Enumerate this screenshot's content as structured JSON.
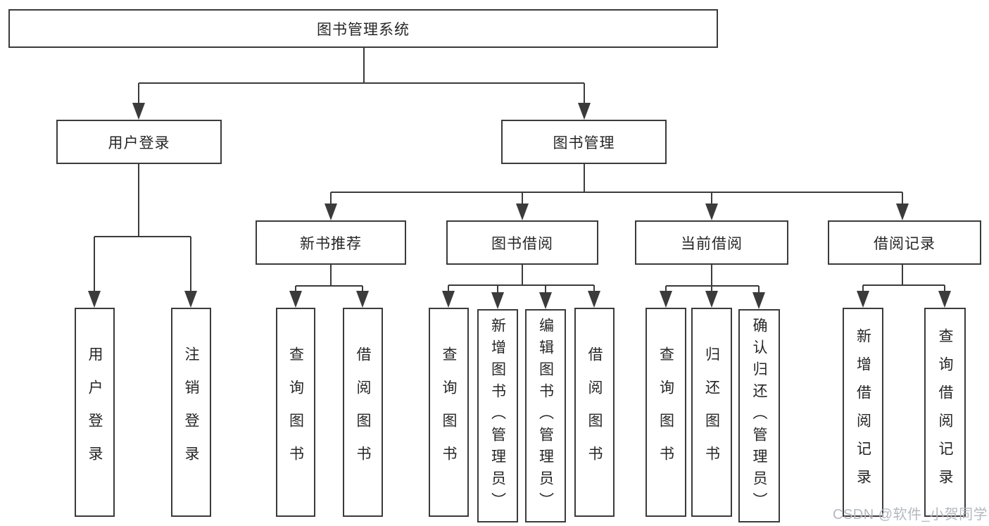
{
  "nodes": {
    "root": "图书管理系统",
    "user_login": "用户登录",
    "book_mgmt": "图书管理",
    "new_book_rec": "新书推荐",
    "book_borrow": "图书借阅",
    "current_borrow": "当前借阅",
    "borrow_records": "借阅记录"
  },
  "leaves": {
    "user": [
      "用户登录",
      "注销登录"
    ],
    "recommend": [
      "查询图书",
      "借阅图书"
    ],
    "borrow": [
      "查询图书",
      "新增图书（管理员）",
      "编辑图书（管理员）",
      "借阅图书"
    ],
    "current": [
      "查询图书",
      "归还图书",
      "确认归还（管理员）"
    ],
    "records": [
      "新增借阅记录",
      "查询借阅记录"
    ]
  },
  "watermark": "CSDN @软件_小贺同学",
  "colors": {
    "line": "#3b3b3b",
    "text": "#262626",
    "watermark_text": "#b3b9c0",
    "background": "#ffffff"
  }
}
